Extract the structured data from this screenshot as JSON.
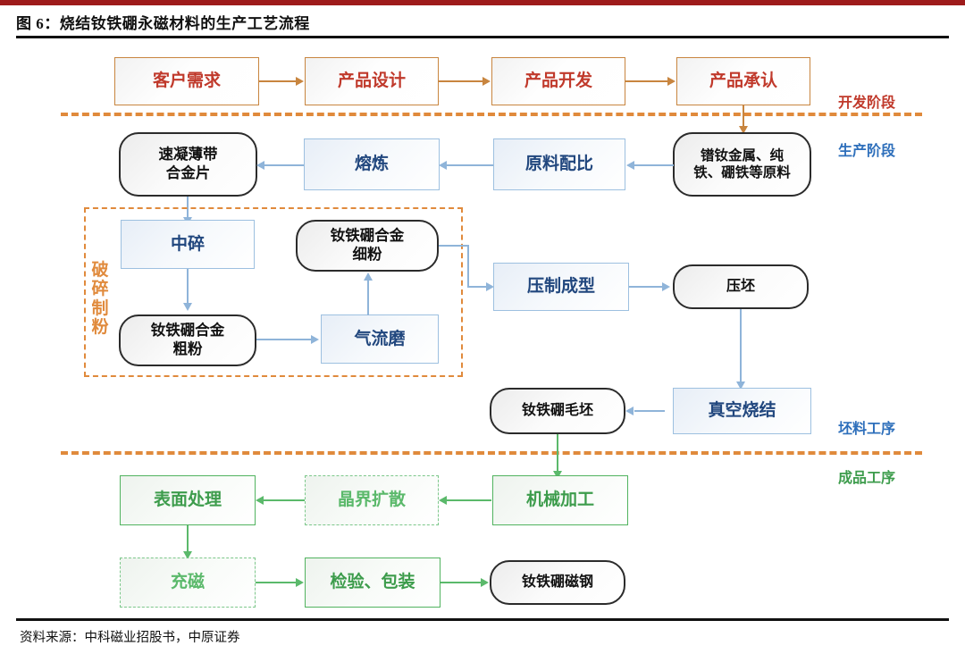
{
  "header": {
    "figure_label": "图 6：",
    "title": "烧结钕铁硼永磁材料的生产工艺流程",
    "full_title": "图 6：烧结钕铁硼永磁材料的生产工艺流程"
  },
  "footer": {
    "source": "资料来源：中科磁业招股书，中原证券"
  },
  "colors": {
    "accent_red": "#9e1b1b",
    "development_orange": "#c8853f",
    "development_text": "#c0392b",
    "production_blue": "#2e6fbb",
    "blue_border": "#9dc0e0",
    "blue_text": "#21477e",
    "green": "#3d9c4c",
    "green_border": "#51b35f",
    "green_dashed": "#7cc78a",
    "divider_orange": "#e08a3c",
    "pill_border": "#2b2b2b"
  },
  "stages": [
    {
      "id": "development",
      "label": "开发阶段",
      "color": "#c0392b"
    },
    {
      "id": "production",
      "label": "生产阶段",
      "color": "#2e6fbb"
    },
    {
      "id": "blank-process",
      "label": "坯料工序",
      "color": "#2e6fbb"
    },
    {
      "id": "finished-process",
      "label": "成品工序",
      "color": "#3d9c4c"
    }
  ],
  "groups": [
    {
      "id": "crushing",
      "label": "破碎制粉",
      "label_chars": [
        "破",
        "碎",
        "制",
        "粉"
      ]
    }
  ],
  "nodes": {
    "customer_demand": "客户需求",
    "product_design": "产品设计",
    "product_development": "产品开发",
    "product_approval": "产品承认",
    "raw_materials": "镨钕金属、纯铁、硼铁等原料",
    "raw_materials_line1": "镨钕金属、纯",
    "raw_materials_line2": "铁、硼铁等原料",
    "material_ratio": "原料配比",
    "smelting": "熔炼",
    "strip_casting": "速凝薄带合金片",
    "strip_casting_line1": "速凝薄带",
    "strip_casting_line2": "合金片",
    "medium_crushing": "中碎",
    "coarse_powder": "钕铁硼合金粗粉",
    "coarse_powder_line1": "钕铁硼合金",
    "coarse_powder_line2": "粗粉",
    "jet_milling": "气流磨",
    "fine_powder": "钕铁硼合金细粉",
    "fine_powder_line1": "钕铁硼合金",
    "fine_powder_line2": "细粉",
    "press_forming": "压制成型",
    "green_compact": "压坯",
    "vacuum_sintering": "真空烧结",
    "ndfeb_blank": "钕铁硼毛坯",
    "machining": "机械加工",
    "grain_boundary_diffusion": "晶界扩散",
    "surface_treatment": "表面处理",
    "magnetization": "充磁",
    "inspection_packaging": "检验、包装",
    "ndfeb_magnet_steel": "钕铁硼磁钢"
  }
}
